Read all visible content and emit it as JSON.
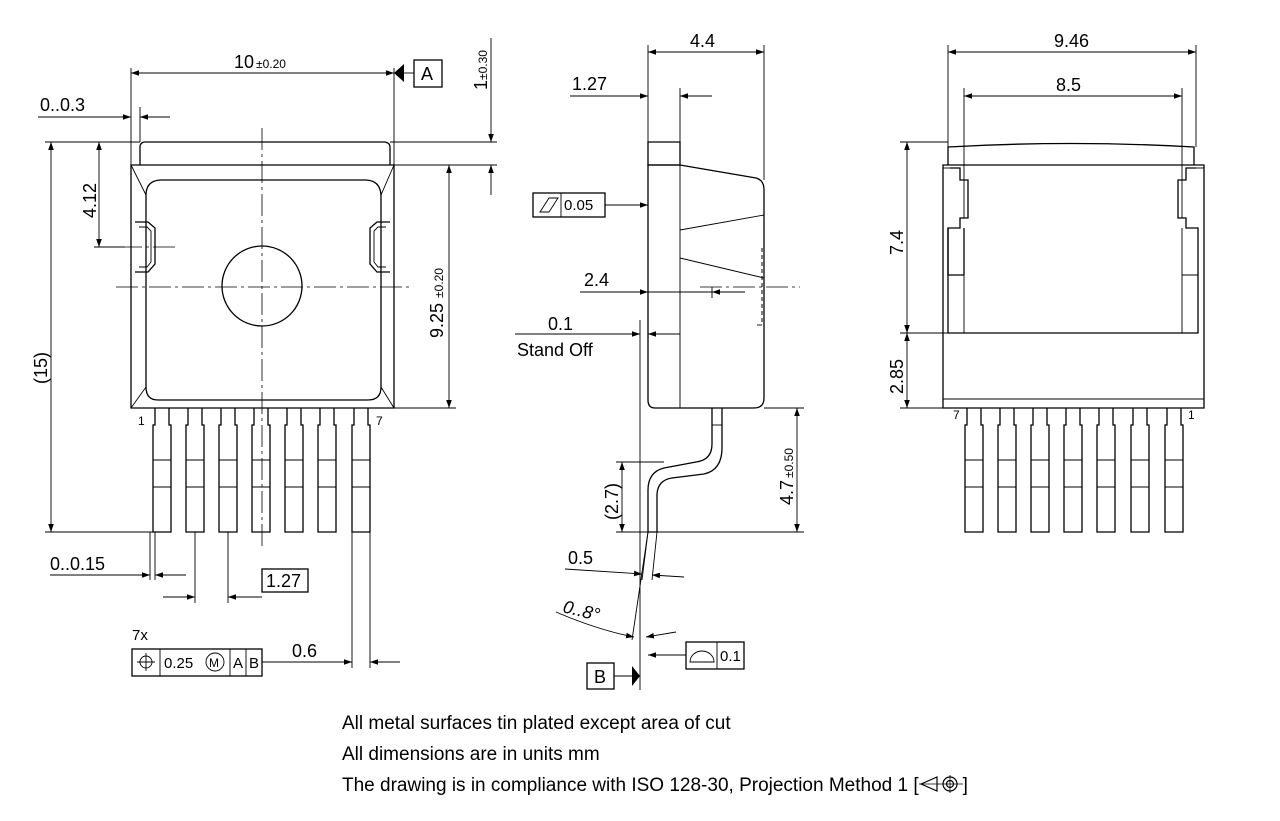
{
  "dimensions": {
    "width_nominal": "10",
    "width_tol": "±0.20",
    "datum_a": "A",
    "top_gap": "1",
    "top_gap_tol": "±0.30",
    "offset_left": "0..0.3",
    "hole_height": "4.12",
    "overall_length": "(15)",
    "body_length": "9.25",
    "body_length_tol": "±0.20",
    "lead_offset": "0..0.15",
    "pitch": "1.27",
    "lead_count": "7x",
    "pos_tol": "0.25",
    "material_mod": "M",
    "ref_a": "A",
    "ref_b": "B",
    "lead_width": "0.6",
    "pin_first": "1",
    "pin_last": "7",
    "side_thickness": "4.4",
    "side_tab": "1.27",
    "flatness": "0.05",
    "side_dim": "2.4",
    "standoff_value": "0.1",
    "standoff_label": "Stand Off",
    "lead_bend": "(2.7)",
    "lead_height": "4.7",
    "lead_height_tol": "±0.50",
    "lead_thickness": "0.5",
    "angle": "0..8°",
    "datum_b": "B",
    "profile_tol": "0.1",
    "bottom_width": "9.46",
    "bottom_inner": "8.5",
    "bottom_pad": "7.4",
    "bottom_lower": "2.85",
    "bottom_pin_left": "7",
    "bottom_pin_right": "1"
  },
  "notes": {
    "line1": "All metal surfaces tin plated except area of cut",
    "line2": "All dimensions are in units mm",
    "line3_prefix": "The drawing is in compliance with ISO 128-30, Projection Method 1 [",
    "line3_suffix": "]"
  }
}
